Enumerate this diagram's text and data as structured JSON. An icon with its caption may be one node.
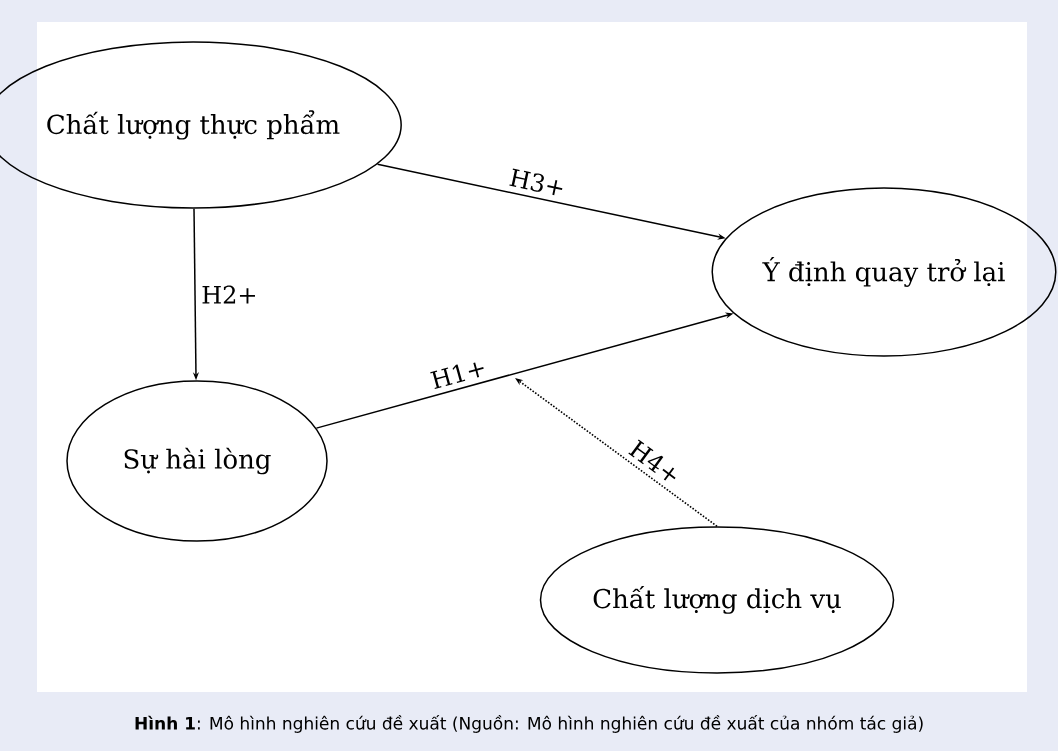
{
  "diagram": {
    "caption": "**Hình 1**: Mô hình nghiên cứu đề xuất (Nguồn: Mô hình nghiên cứu đề xuất của nhóm tác giả)",
    "nodes": [
      {
        "text": [
          "Chất lượng thực phẩm"
        ]
      },
      {
        "text": [
          "Ý định quay trở lại"
        ]
      },
      {
        "text": [
          "Sự hài lòng"
        ]
      },
      {
        "text": [
          "Chất lượng dịch vụ"
        ]
      }
    ],
    "edges": [
      {
        "from": 0,
        "to": 1,
        "arrow": "to",
        "label": "H3+"
      },
      {
        "from": 0,
        "to": 2,
        "arrow": "to",
        "label": "H2+"
      },
      {
        "from": 2,
        "to": 1,
        "arrow": "to",
        "label": "H1+"
      },
      {
        "from": 3,
        "to": null,
        "arrow": "to",
        "label": "H4+",
        "style": "dashed"
      }
    ]
  }
}
